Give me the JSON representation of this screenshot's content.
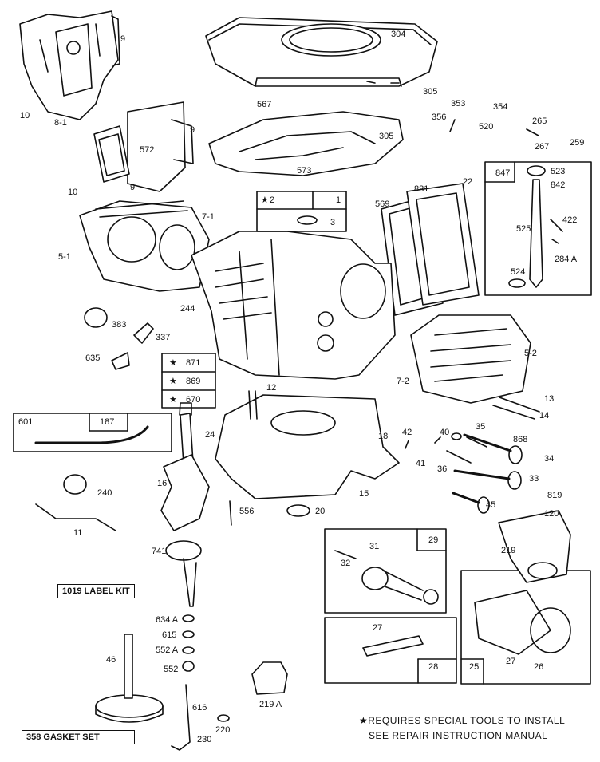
{
  "parts": {
    "p304": "304",
    "p305a": "305",
    "p305b": "305",
    "p9a": "9",
    "p9b": "9",
    "p9c": "9",
    "p10a": "10",
    "p10b": "10",
    "p8_1": "8-1",
    "p572": "572",
    "p567": "567",
    "p573": "573",
    "p353": "353",
    "p354": "354",
    "p356": "356",
    "p520": "520",
    "p265": "265",
    "p267": "267",
    "p259": "259",
    "p2": "2",
    "p1": "1",
    "p3": "3",
    "p7_1": "7-1",
    "p5_1": "5-1",
    "p881": "881",
    "p569": "569",
    "p22": "22",
    "p847": "847",
    "p523": "523",
    "p842": "842",
    "p422": "422",
    "p525": "525",
    "p284a": "284 A",
    "p524": "524",
    "p244": "244",
    "p383": "383",
    "p337": "337",
    "p635": "635",
    "p5_2": "5-2",
    "p7_2": "7-2",
    "p13": "13",
    "p14": "14",
    "p12": "12",
    "p871": "871",
    "p869": "869",
    "p670": "670",
    "p601": "601",
    "p187": "187",
    "p24": "24",
    "p18": "18",
    "p42": "42",
    "p40": "40",
    "p35": "35",
    "p868": "868",
    "p41": "41",
    "p36": "36",
    "p34": "34",
    "p33": "33",
    "p45": "45",
    "p819": "819",
    "p120": "120",
    "p240": "240",
    "p16": "16",
    "p556": "556",
    "p20": "20",
    "p15": "15",
    "p11": "11",
    "p741": "741",
    "p29": "29",
    "p31": "31",
    "p32": "32",
    "p219": "219",
    "p634a": "634 A",
    "p615": "615",
    "p552a": "552 A",
    "p552": "552",
    "p46": "46",
    "p27a": "27",
    "p28": "28",
    "p25": "25",
    "p27b": "27",
    "p26": "26",
    "p219a": "219 A",
    "p616": "616",
    "p220": "220",
    "p230": "230"
  },
  "kits": {
    "label_kit": "1019 LABEL KIT",
    "gasket_set": "358  GASKET SET"
  },
  "note": {
    "line1": "★REQUIRES SPECIAL TOOLS TO INSTALL",
    "line2": "SEE REPAIR INSTRUCTION MANUAL"
  },
  "colors": {
    "ink": "#111111",
    "paper": "#ffffff"
  }
}
